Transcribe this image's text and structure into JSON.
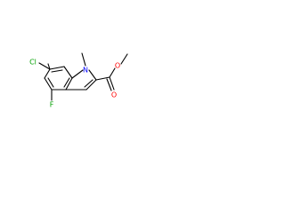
{
  "atoms": {
    "cl": {
      "label": "Cl",
      "color": "#00a000"
    },
    "f": {
      "label": "F",
      "color": "#00a000"
    },
    "n": {
      "label": "N",
      "color": "#0000ff"
    },
    "methyl_n": {
      "label": "",
      "color": "#000000"
    },
    "carbonyl_o": {
      "label": "O",
      "color": "#ff0000"
    },
    "ester_o": {
      "label": "O",
      "color": "#ff0000"
    }
  }
}
